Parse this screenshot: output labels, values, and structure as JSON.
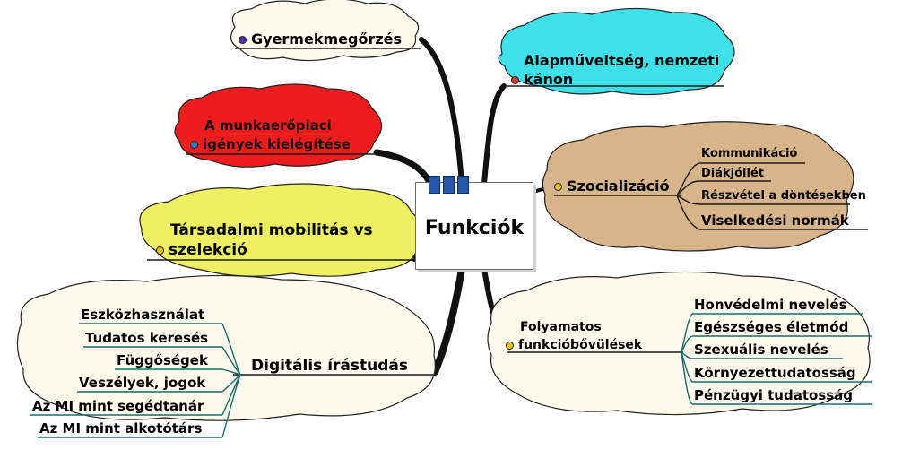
{
  "center": {
    "title": "Funkciók"
  },
  "colors": {
    "cyan": "#3ee0ea",
    "tan": "#d8b48a",
    "red": "#ee1c1c",
    "yellow": "#eef062",
    "cream": "#fffaeb",
    "branch": "#111111",
    "tab_blue": "#2358a8"
  },
  "branches": [
    {
      "id": "gyermek",
      "label": "Gyermekmegőrzés",
      "marker_color": "#5a2db5"
    },
    {
      "id": "alap",
      "label_line1": "Alapműveltség, nemzeti",
      "label_line2": "kánon",
      "marker_color": "#d63a2a"
    },
    {
      "id": "munka",
      "label_line1": "A munkaerőpiaci",
      "label_line2": "igények kielégítése",
      "marker_color": "#2a7bd6"
    },
    {
      "id": "szoc",
      "label": "Szocializáció",
      "marker_color": "#e3c21a",
      "children": [
        "Kommunikáció",
        "Diákjóllét",
        "Részvétel a döntésekben",
        "Viselkedési normák"
      ]
    },
    {
      "id": "mobil",
      "label_line1": "Társadalmi mobilitás vs",
      "label_line2": "szelekció",
      "marker_color": "#e3c21a"
    },
    {
      "id": "digit",
      "label": "Digitális írástudás",
      "children": [
        "Eszközhasználat",
        "Tudatos keresés",
        "Függőségek",
        "Veszélyek, jogok",
        "Az MI mint segédtanár",
        "Az MI mint alkotótárs"
      ]
    },
    {
      "id": "foly",
      "label_line1": "Folyamatos",
      "label_line2": "funkcióbővülések",
      "marker_color": "#e3c21a",
      "children": [
        "Honvédelmi nevelés",
        "Egészséges életmód",
        "Szexuális nevelés",
        "Környezettudatosság",
        "Pénzügyi tudatosság"
      ]
    }
  ]
}
